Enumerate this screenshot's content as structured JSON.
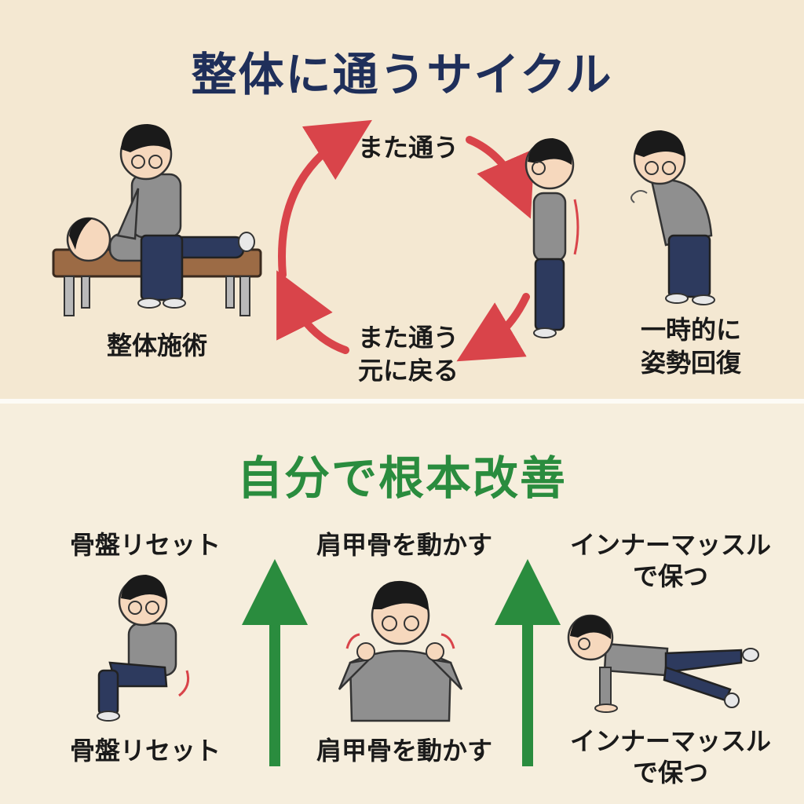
{
  "top": {
    "title": "整体に通うサイクル",
    "title_color": "#1f2f5a",
    "labels": {
      "treatment": "整体施術",
      "visit_again_top": "また通う",
      "visit_again_bottom_1": "また通う",
      "visit_again_bottom_2": "元に戻る",
      "temporary_1": "一時的に",
      "temporary_2": "姿勢回復"
    },
    "arrow_color": "#d9444a"
  },
  "bottom": {
    "title": "自分で根本改善",
    "title_color": "#2a8c3e",
    "arrow_color": "#2a8c3e",
    "columns": [
      {
        "top_label": "骨盤リセット",
        "bottom_label": "骨盤リセット"
      },
      {
        "top_label": "肩甲骨を動かす",
        "bottom_label": "肩甲骨を動かす"
      },
      {
        "top_label_1": "インナーマッスル",
        "top_label_2": "で保つ",
        "bottom_label_1": "インナーマッスル",
        "bottom_label_2": "で保つ"
      }
    ]
  }
}
